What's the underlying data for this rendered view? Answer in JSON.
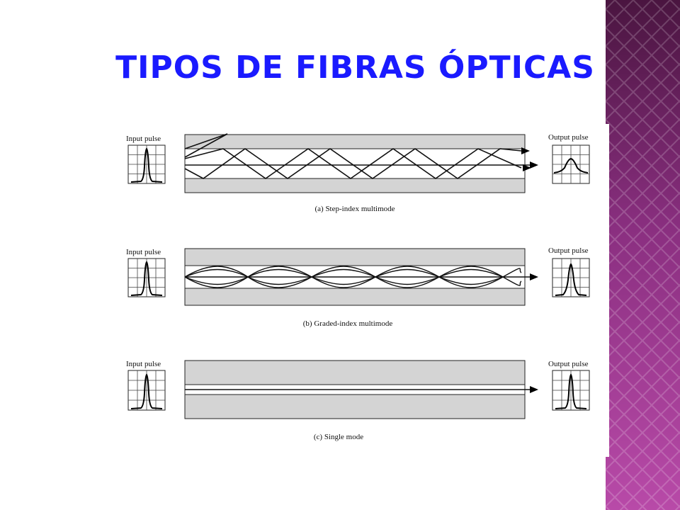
{
  "slide": {
    "title": "TIPOS DE FIBRAS ÓPTICAS",
    "colors": {
      "title": "#1a1aff",
      "cladding": "#d4d4d4",
      "sidebar_dark": "#4a1540",
      "sidebar_light": "#b040a0"
    }
  },
  "figure": {
    "panels": [
      {
        "input_label": "Input pulse",
        "output_label": "Output pulse",
        "caption": "(a) Step-index multimode"
      },
      {
        "input_label": "Input pulse",
        "output_label": "Output pulse",
        "caption": "(b) Graded-index multimode"
      },
      {
        "input_label": "Input pulse",
        "output_label": "Output pulse",
        "caption": "(c) Single mode"
      }
    ]
  }
}
